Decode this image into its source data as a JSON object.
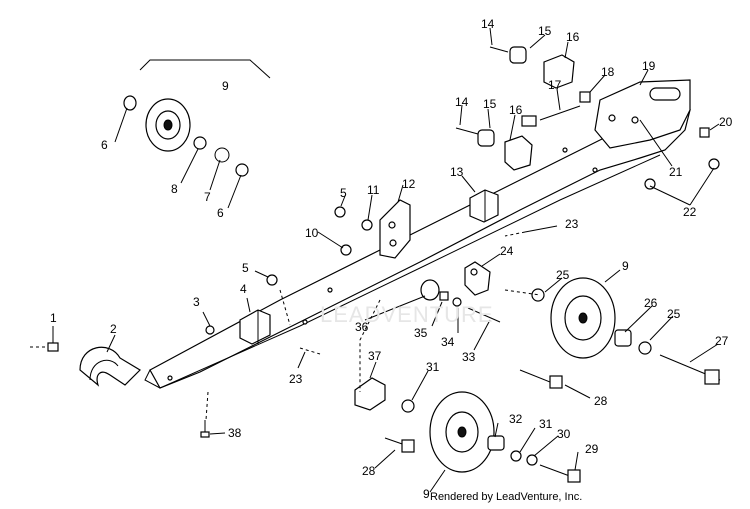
{
  "diagram": {
    "labels": [
      "1",
      "2",
      "3",
      "4",
      "5",
      "5",
      "6",
      "6",
      "7",
      "8",
      "9",
      "9",
      "9",
      "10",
      "11",
      "12",
      "13",
      "14",
      "14",
      "15",
      "15",
      "16",
      "16",
      "17",
      "18",
      "19",
      "20",
      "21",
      "22",
      "23",
      "23",
      "24",
      "25",
      "25",
      "26",
      "27",
      "28",
      "28",
      "29",
      "30",
      "31",
      "31",
      "32",
      "33",
      "34",
      "35",
      "36",
      "37",
      "38"
    ],
    "credit": "Rendered by LeadVenture, Inc.",
    "watermark": "LEADVENTURE"
  }
}
